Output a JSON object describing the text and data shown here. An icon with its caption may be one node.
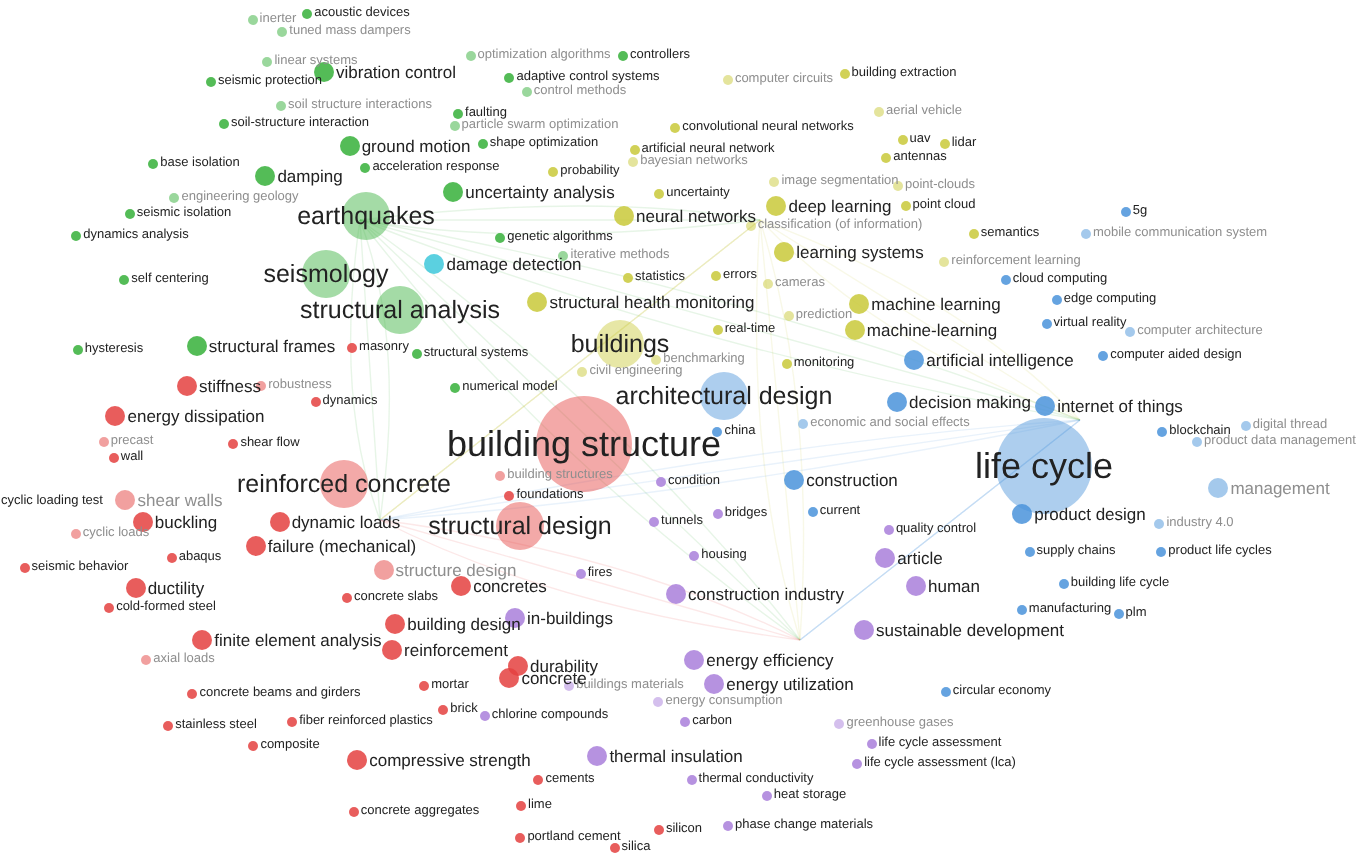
{
  "diagram": {
    "nodes": [
      {
        "text": [
          "acoustic devices"
        ]
      },
      {
        "text": [
          "inerter"
        ]
      },
      {
        "text": [
          "tuned mass dampers"
        ]
      },
      {
        "text": [
          "vibration control"
        ]
      },
      {
        "text": [
          "linear systems"
        ]
      },
      {
        "text": [
          "seismic protection"
        ]
      },
      {
        "text": [
          "soil structure interactions"
        ]
      },
      {
        "text": [
          "soil-structure interaction"
        ]
      },
      {
        "text": [
          "ground motion"
        ]
      },
      {
        "text": [
          "base isolation"
        ]
      },
      {
        "text": [
          "acceleration response"
        ]
      },
      {
        "text": [
          "damping"
        ]
      },
      {
        "text": [
          "engineering geology"
        ]
      },
      {
        "text": [
          "earthquakes"
        ]
      },
      {
        "text": [
          "seismic isolation"
        ]
      },
      {
        "text": [
          "dynamics analysis"
        ]
      },
      {
        "text": [
          "self centering"
        ]
      },
      {
        "text": [
          "seismology"
        ]
      },
      {
        "text": [
          "structural analysis"
        ]
      },
      {
        "text": [
          "hysteresis"
        ]
      },
      {
        "text": [
          "structural frames"
        ]
      },
      {
        "text": [
          "masonry"
        ]
      },
      {
        "text": [
          "optimization algorithms"
        ]
      },
      {
        "text": [
          "controllers"
        ]
      },
      {
        "text": [
          "adaptive control systems"
        ]
      },
      {
        "text": [
          "control methods"
        ]
      },
      {
        "text": [
          "faulting"
        ]
      },
      {
        "text": [
          "particle swarm optimization"
        ]
      },
      {
        "text": [
          "shape optimization"
        ]
      },
      {
        "text": [
          "probability"
        ]
      },
      {
        "text": [
          "uncertainty analysis"
        ]
      },
      {
        "text": [
          "genetic algorithms"
        ]
      },
      {
        "text": [
          "damage detection"
        ]
      },
      {
        "text": [
          "structural health monitoring"
        ]
      },
      {
        "text": [
          "structural systems"
        ]
      },
      {
        "text": [
          "numerical model"
        ]
      },
      {
        "text": [
          "computer circuits"
        ]
      },
      {
        "text": [
          "building extraction"
        ]
      },
      {
        "text": [
          "aerial vehicle"
        ]
      },
      {
        "text": [
          "convolutional neural networks"
        ]
      },
      {
        "text": [
          "artificial neural network"
        ]
      },
      {
        "text": [
          "bayesian networks"
        ]
      },
      {
        "text": [
          "uncertainty"
        ]
      },
      {
        "text": [
          "uav"
        ]
      },
      {
        "text": [
          "antennas"
        ]
      },
      {
        "text": [
          "lidar"
        ]
      },
      {
        "text": [
          "point-clouds"
        ]
      },
      {
        "text": [
          "image segmentation"
        ]
      },
      {
        "text": [
          "point cloud"
        ]
      },
      {
        "text": [
          "neural networks"
        ]
      },
      {
        "text": [
          "deep learning"
        ]
      },
      {
        "text": [
          "classification (of information)"
        ]
      },
      {
        "text": [
          "semantics"
        ]
      },
      {
        "text": [
          "learning systems"
        ]
      },
      {
        "text": [
          "iterative methods"
        ]
      },
      {
        "text": [
          "reinforcement learning"
        ]
      },
      {
        "text": [
          "statistics"
        ]
      },
      {
        "text": [
          "errors"
        ]
      },
      {
        "text": [
          "cameras"
        ]
      },
      {
        "text": [
          "cloud computing"
        ]
      },
      {
        "text": [
          "5g"
        ]
      },
      {
        "text": [
          "mobile communication system"
        ]
      },
      {
        "text": [
          "machine learning"
        ]
      },
      {
        "text": [
          "prediction"
        ]
      },
      {
        "text": [
          "edge computing"
        ]
      },
      {
        "text": [
          "real-time"
        ]
      },
      {
        "text": [
          "machine-learning"
        ]
      },
      {
        "text": [
          "virtual reality"
        ]
      },
      {
        "text": [
          "computer architecture"
        ]
      },
      {
        "text": [
          "buildings"
        ]
      },
      {
        "text": [
          "benchmarking"
        ]
      },
      {
        "text": [
          "artificial intelligence"
        ]
      },
      {
        "text": [
          "computer aided design"
        ]
      },
      {
        "text": [
          "monitoring"
        ]
      },
      {
        "text": [
          "civil engineering"
        ]
      },
      {
        "text": [
          "architectural design"
        ]
      },
      {
        "text": [
          "decision making"
        ]
      },
      {
        "text": [
          "internet of things"
        ]
      },
      {
        "text": [
          "economic and social effects"
        ]
      },
      {
        "text": [
          "china"
        ]
      },
      {
        "text": [
          "blockchain"
        ]
      },
      {
        "text": [
          "digital thread"
        ]
      },
      {
        "text": [
          "product data management"
        ]
      },
      {
        "text": [
          "building structure"
        ]
      },
      {
        "text": [
          "life cycle"
        ]
      },
      {
        "text": [
          "management"
        ]
      },
      {
        "text": [
          "building structures"
        ]
      },
      {
        "text": [
          "construction"
        ]
      },
      {
        "text": [
          "foundations"
        ]
      },
      {
        "text": [
          "condition"
        ]
      },
      {
        "text": [
          "current"
        ]
      },
      {
        "text": [
          "bridges"
        ]
      },
      {
        "text": [
          "product design"
        ]
      },
      {
        "text": [
          "tunnels"
        ]
      },
      {
        "text": [
          "industry 4.0"
        ]
      },
      {
        "text": [
          "structural design"
        ]
      },
      {
        "text": [
          "quality control"
        ]
      },
      {
        "text": [
          "supply chains"
        ]
      },
      {
        "text": [
          "product life cycles"
        ]
      },
      {
        "text": [
          "housing"
        ]
      },
      {
        "text": [
          "article"
        ]
      },
      {
        "text": [
          "building life cycle"
        ]
      },
      {
        "text": [
          "human"
        ]
      },
      {
        "text": [
          "manufacturing"
        ]
      },
      {
        "text": [
          "plm"
        ]
      },
      {
        "text": [
          "construction industry"
        ]
      },
      {
        "text": [
          "sustainable development"
        ]
      },
      {
        "text": [
          "energy efficiency"
        ]
      },
      {
        "text": [
          "energy utilization"
        ]
      },
      {
        "text": [
          "buildings materials"
        ]
      },
      {
        "text": [
          "circular economy"
        ]
      },
      {
        "text": [
          "energy consumption"
        ]
      },
      {
        "text": [
          "carbon"
        ]
      },
      {
        "text": [
          "greenhouse gases"
        ]
      },
      {
        "text": [
          "life cycle assessment"
        ]
      },
      {
        "text": [
          "thermal insulation"
        ]
      },
      {
        "text": [
          "life cycle assessment (lca)"
        ]
      },
      {
        "text": [
          "thermal conductivity"
        ]
      },
      {
        "text": [
          "heat storage"
        ]
      },
      {
        "text": [
          "phase change materials"
        ]
      },
      {
        "text": [
          "stiffness"
        ]
      },
      {
        "text": [
          "robustness"
        ]
      },
      {
        "text": [
          "dynamics"
        ]
      },
      {
        "text": [
          "energy dissipation"
        ]
      },
      {
        "text": [
          "precast"
        ]
      },
      {
        "text": [
          "shear flow"
        ]
      },
      {
        "text": [
          "wall"
        ]
      },
      {
        "text": [
          "reinforced concrete"
        ]
      },
      {
        "text": [
          "cyclic loading test"
        ]
      },
      {
        "text": [
          "shear walls"
        ]
      },
      {
        "text": [
          "buckling"
        ]
      },
      {
        "text": [
          "dynamic loads"
        ]
      },
      {
        "text": [
          "cyclic loads"
        ]
      },
      {
        "text": [
          "failure (mechanical)"
        ]
      },
      {
        "text": [
          "abaqus"
        ]
      },
      {
        "text": [
          "seismic behavior"
        ]
      },
      {
        "text": [
          "structure design"
        ]
      },
      {
        "text": [
          "fires"
        ]
      },
      {
        "text": [
          "ductility"
        ]
      },
      {
        "text": [
          "concretes"
        ]
      },
      {
        "text": [
          "concrete slabs"
        ]
      },
      {
        "text": [
          "cold-formed steel"
        ]
      },
      {
        "text": [
          "in-buildings"
        ]
      },
      {
        "text": [
          "building design"
        ]
      },
      {
        "text": [
          "finite element analysis"
        ]
      },
      {
        "text": [
          "reinforcement"
        ]
      },
      {
        "text": [
          "axial loads"
        ]
      },
      {
        "text": [
          "durability"
        ]
      },
      {
        "text": [
          "concrete"
        ]
      },
      {
        "text": [
          "mortar"
        ]
      },
      {
        "text": [
          "concrete beams and girders"
        ]
      },
      {
        "text": [
          "brick"
        ]
      },
      {
        "text": [
          "chlorine compounds"
        ]
      },
      {
        "text": [
          "fiber reinforced plastics"
        ]
      },
      {
        "text": [
          "stainless steel"
        ]
      },
      {
        "text": [
          "composite"
        ]
      },
      {
        "text": [
          "compressive strength"
        ]
      },
      {
        "text": [
          "cements"
        ]
      },
      {
        "text": [
          "lime"
        ]
      },
      {
        "text": [
          "concrete aggregates"
        ]
      },
      {
        "text": [
          "silicon"
        ]
      },
      {
        "text": [
          "portland cement"
        ]
      },
      {
        "text": [
          "silica"
        ]
      }
    ]
  }
}
